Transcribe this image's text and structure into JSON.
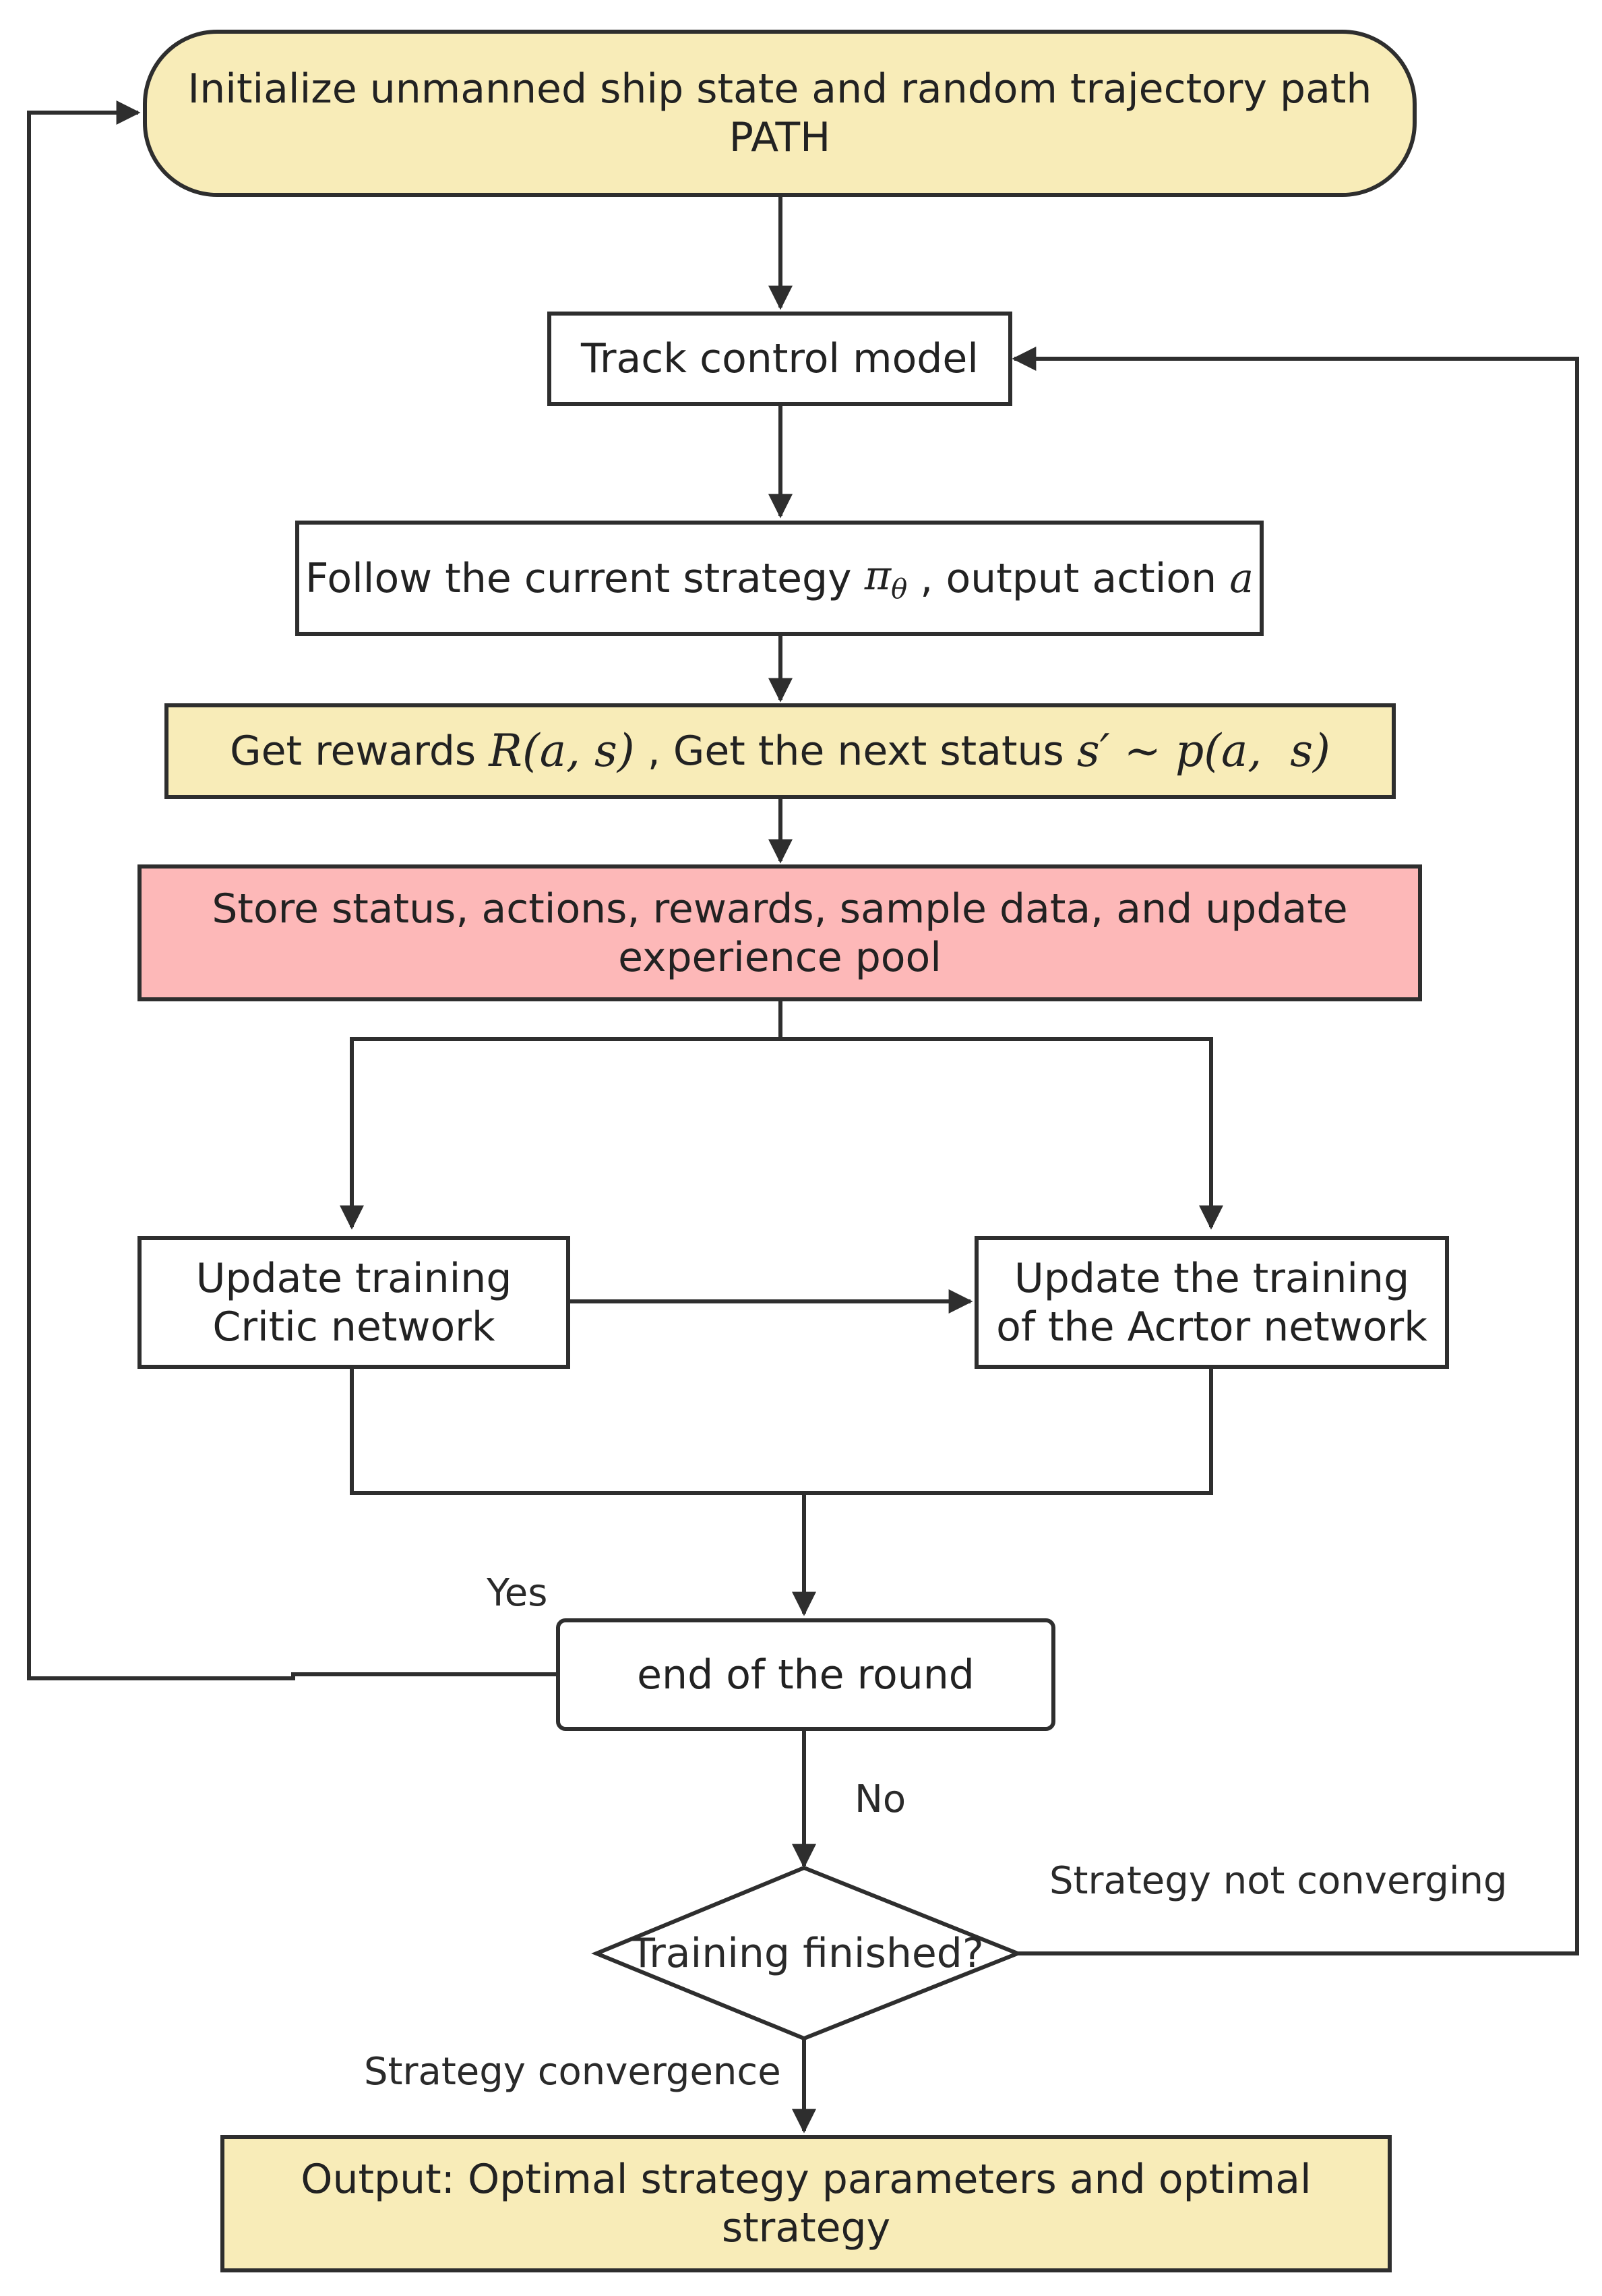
{
  "colors": {
    "yellow_fill": "#f8ecb8",
    "pink_fill": "#fdb8b8",
    "white_fill": "#ffffff",
    "stroke": "#2e2e2e"
  },
  "nodes": {
    "init": {
      "text": "Initialize unmanned ship state and random trajectory path PATH"
    },
    "track_model": {
      "text": "Track control model"
    },
    "follow": {
      "prefix": "Follow the current strategy ",
      "math": "π",
      "math_sub": "θ",
      "suffix": " , output action ",
      "math2": "a"
    },
    "rewards": {
      "prefix": "Get rewards ",
      "math1": "R(a, s)",
      "middle": " , Get the next status ",
      "math2": "s′ ∼ p(a,  s)"
    },
    "store": {
      "line1": "Store status, actions, rewards, sample data, and update",
      "line2": "experience pool"
    },
    "critic": {
      "line1": "Update training",
      "line2": "Critic network"
    },
    "actor": {
      "line1": "Update the training",
      "line2": "of the Acrtor network"
    },
    "end_round": {
      "text": "end of the round"
    },
    "decision": {
      "text": "Training finished?"
    },
    "output": {
      "text": "Output: Optimal strategy parameters and optimal strategy"
    }
  },
  "edge_labels": {
    "yes": "Yes",
    "no": "No",
    "not_converging": "Strategy not converging",
    "convergence": "Strategy convergence"
  }
}
